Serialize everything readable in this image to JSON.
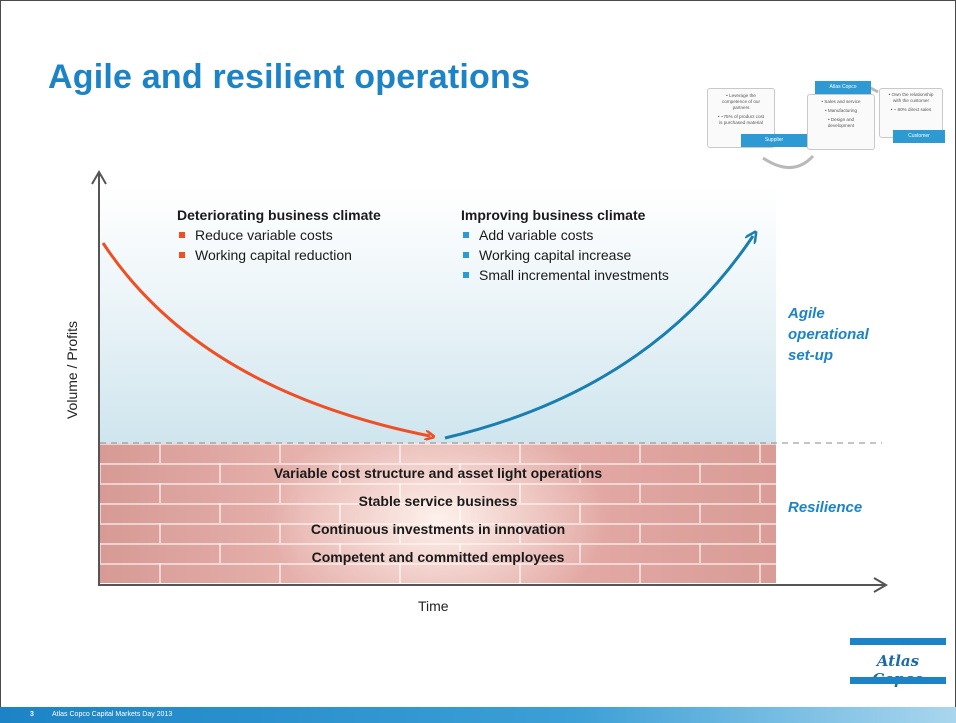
{
  "slide": {
    "title": "Agile and resilient operations",
    "page_number": "3",
    "footer_text": "Atlas Copco Capital Markets Day 2013",
    "logo_text": "Atlas Copco"
  },
  "mini_diagram": {
    "supplier_text": [
      "• Leverage the",
      "competence of our",
      "partners",
      "",
      "• ~75% of product cost",
      "is purchased material"
    ],
    "supplier_tag": "Supplier",
    "center_tag": "Atlas Copco",
    "center_text": [
      "• Sales and service",
      "",
      "• Manufacturing",
      "",
      "• Design and",
      "development"
    ],
    "customer_text": [
      "• Own the relationship",
      "with the customer",
      "",
      "• ~ 80% direct sales"
    ],
    "customer_tag": "Customer"
  },
  "diagram": {
    "y_axis_label": "Volume / Profits",
    "x_axis_label": "Time",
    "deteriorating": {
      "heading": "Deteriorating business climate",
      "items": [
        "Reduce variable costs",
        "Working capital reduction"
      ]
    },
    "improving": {
      "heading": "Improving business climate",
      "items": [
        "Add variable costs",
        "Working capital increase",
        "Small incremental investments"
      ]
    },
    "agile_label": [
      "Agile",
      "operational",
      "set-up"
    ],
    "resilience_label": "Resilience",
    "wall_lines": [
      "Variable cost structure and asset light operations",
      "Stable service business",
      "Continuous investments in innovation",
      "Competent and committed employees"
    ],
    "colors": {
      "accent_blue": "#1c84c6",
      "declining_arrow": "#f04e23",
      "rising_arrow": "#1a7fae",
      "bullet_red": "#f04e23",
      "bullet_blue": "#2e9ad4"
    }
  }
}
